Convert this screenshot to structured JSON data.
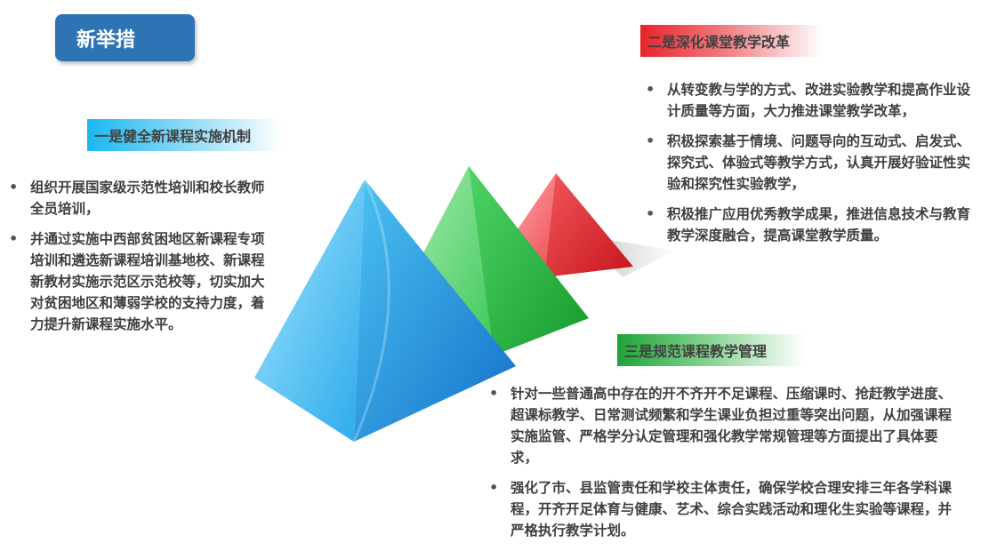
{
  "title": "新举措",
  "sections": {
    "one": {
      "heading": "一是健全新课程实施机制",
      "items": [
        "组织开展国家级示范性培训和校长教师全员培训，",
        "并通过实施中西部贫困地区新课程专项培训和遴选新课程培训基地校、新课程新教材实施示范区示范校等，切实加大对贫困地区和薄弱学校的支持力度，着力提升新课程实施水平。"
      ]
    },
    "two": {
      "heading": "二是深化课堂教学改革",
      "items": [
        "从转变教与学的方式、改进实验教学和提高作业设计质量等方面，大力推进课堂教学改革，",
        "积极探索基于情境、问题导向的互动式、启发式、探究式、体验式等教学方式，认真开展好验证性实验和探究性实验教学，",
        "积极推广应用优秀教学成果，推进信息技术与教育教学深度融合，提高课堂教学质量。"
      ]
    },
    "three": {
      "heading": "三是规范课程教学管理",
      "items": [
        "针对一些普通高中存在的开不齐开不足课程、压缩课时、抢赶教学进度、超课标教学、日常测试频繁和学生课业负担过重等突出问题，从加强课程实施监管、严格学分认定管理和强化教学常规管理等方面提出了具体要求，",
        "强化了市、县监管责任和学校主体责任，确保学校合理安排三年各学科课程，开齐开足体育与健康、艺术、综合实践活动和理化生实验等课程，并严格执行教学计划。"
      ]
    }
  },
  "colors": {
    "title_bg": "#2e74b5",
    "blue": "#1bb8ef",
    "red": "#e8242a",
    "green": "#1fa33a"
  }
}
